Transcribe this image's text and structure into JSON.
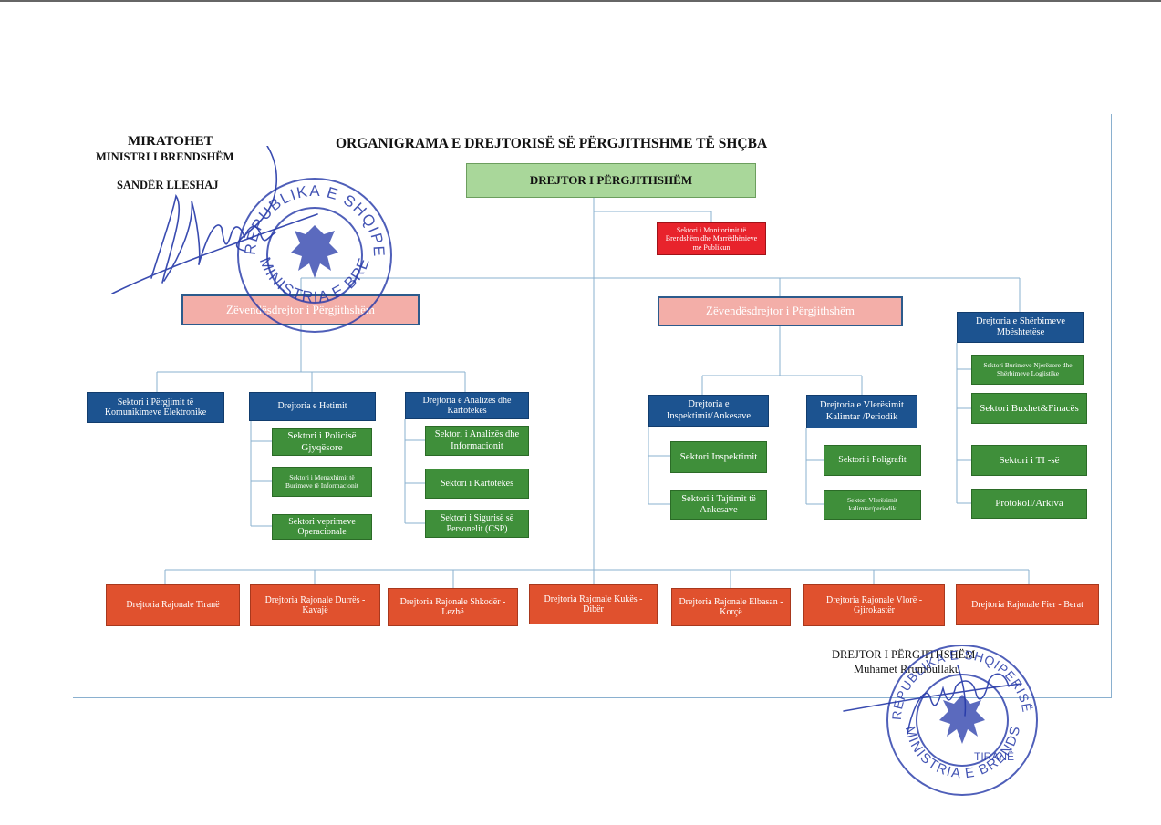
{
  "approval": {
    "line1": "MIRATOHET",
    "line2": "MINISTRI I BRENDSHËM",
    "line3": "SANDËR LLESHAJ"
  },
  "title": "ORGANIGRAMA E DREJTORISË SË PËRGJITHSHME TË SHÇBA",
  "director": "DREJTOR I PËRGJITHSHËM",
  "monitoring_sector": "Sektori i Monitorimit të Brendshëm dhe Marrëdhënieve me Publikun",
  "deputies": {
    "left": "Zëvendësdrejtor i Përgjithshëm",
    "right": "Zëvendësdrejtor i Përgjithshëm"
  },
  "support": {
    "head": "Drejtoria e Shërbimeve Mbështetëse",
    "items": [
      "Sektori Burimeve Njerëzore dhe Shërbimeve Logjistike",
      "Sektori Buxhet&Finacës",
      "Sektori i TI -së",
      "Protokoll/Arkiva"
    ]
  },
  "left_branch": {
    "interception": "Sektori i Përgjimit të Komunikimeve Elektronike",
    "investigation": {
      "head": "Drejtoria e Hetimit",
      "items": [
        "Sektori i Policisë Gjyqësore",
        "Sektori i Menaxhimit të Burimeve të Informacionit",
        "Sektori veprimeve Operacionale"
      ]
    },
    "analysis": {
      "head": "Drejtoria e Analizës dhe Kartotekës",
      "items": [
        "Sektori i Analizës dhe Informacionit",
        "Sektori i Kartotekës",
        "Sektori i Sigurisë së Personelit (CSP)"
      ]
    }
  },
  "right_branch": {
    "inspection": {
      "head": "Drejtoria e Inspektimit/Ankesave",
      "items": [
        "Sektori Inspektimit",
        "Sektori i Tajtimit të Ankesave"
      ]
    },
    "evaluation": {
      "head": "Drejtoria e Vlerësimit Kalimtar /Periodik",
      "items": [
        "Sektori i Poligrafit",
        "Sektori Vlerësimit kalimtar/periodik"
      ]
    }
  },
  "regional": [
    "Drejtoria Rajonale Tiranë",
    "Drejtoria Rajonale Durrës - Kavajë",
    "Drejtoria Rajonale Shkodër - Lezhë",
    "Drejtoria Rajonale Kukës - Dibër",
    "Drejtoria Rajonale Elbasan - Korçë",
    "Drejtoria Rajonale Vlorë - Gjirokastër",
    "Drejtoria Rajonale Fier - Berat"
  ],
  "footer": {
    "role": "DREJTOR I PËRGJITHSHËM",
    "name": "Muhamet Rrumbullaku"
  },
  "seal_left": {
    "top": "REPUBLIKA E SHQIPERISË",
    "bottom": "MINISTRIA E BRENDSHME"
  },
  "seal_right": {
    "top": "REPUBLIKA E SHQIPERISË SH.Ç.BA",
    "middle": "TIRANË",
    "bottom": "MINISTRIA E BRENDSHME"
  },
  "colors": {
    "top_green": "#a9d79a",
    "monitor_red": "#e8232c",
    "deputy_pink": "#f3aea8",
    "blue": "#1c5390",
    "green": "#3f8f3a",
    "orange": "#e0512e",
    "connector": "#8ab0cf",
    "ink_blue": "#2438a8"
  }
}
